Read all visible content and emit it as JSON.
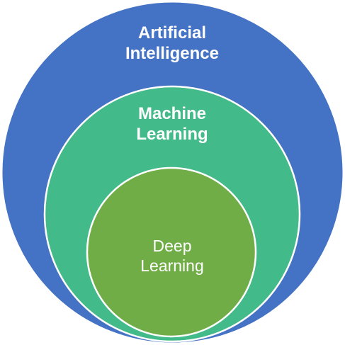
{
  "diagram": {
    "outer": {
      "line1": "Artificial",
      "line2": "Intelligence",
      "fill": "#4472C4"
    },
    "middle": {
      "line1": "Machine",
      "line2": "Learning",
      "fill": "#43BA8A"
    },
    "inner": {
      "line1": "Deep",
      "line2": "Learning",
      "fill": "#70AD47"
    },
    "stroke": "#FFFFFF"
  }
}
